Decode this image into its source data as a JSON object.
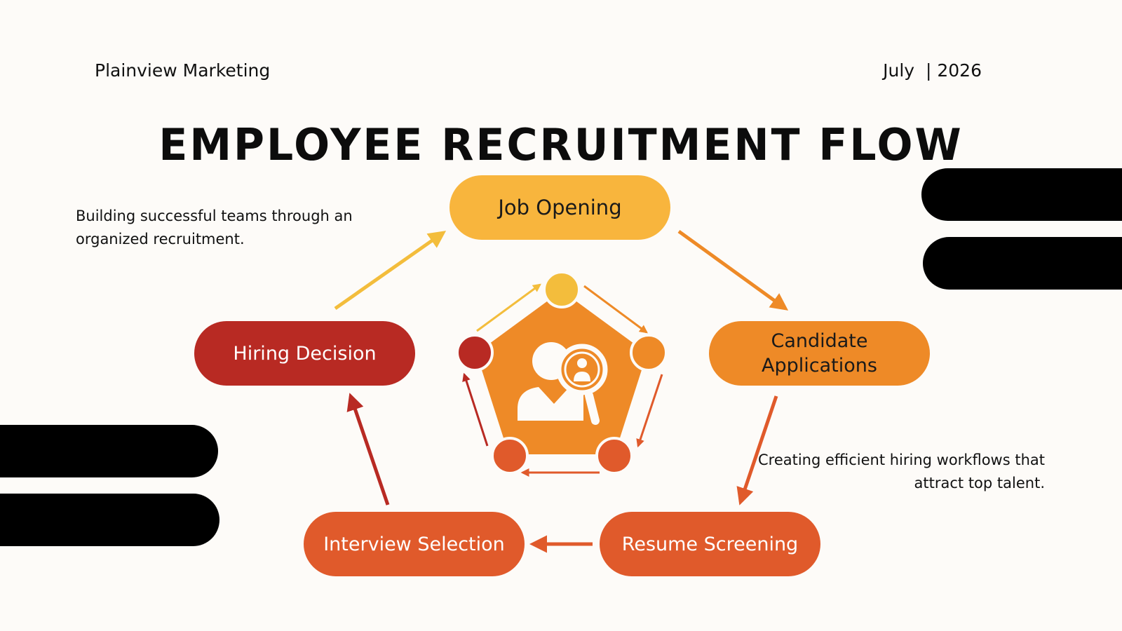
{
  "header": {
    "company": "Plainview Marketing",
    "date": "July  | 2026"
  },
  "title": "EMPLOYEE RECRUITMENT FLOW",
  "captions": {
    "left": "Building successful teams through an organized recruitment.",
    "right": "Creating efficient hiring workflows that attract top talent."
  },
  "steps": [
    {
      "label": "Job Opening",
      "color": "#f8b53d"
    },
    {
      "label": "Candidate Applications",
      "color": "#ee8a27"
    },
    {
      "label": "Resume Screening",
      "color": "#e05a2b"
    },
    {
      "label": "Interview Selection",
      "color": "#e05a2b"
    },
    {
      "label": "Hiring Decision",
      "color": "#b82a23"
    }
  ],
  "center_icon": "person-search-icon",
  "colors": {
    "background": "#fdfbf8",
    "bars": "#000000",
    "pentagon": "#ee8a27",
    "arrow_yellow": "#f3bd3c",
    "arrow_orange": "#ee8a27",
    "arrow_red_orange": "#e05a2b",
    "arrow_red": "#b82a23"
  }
}
